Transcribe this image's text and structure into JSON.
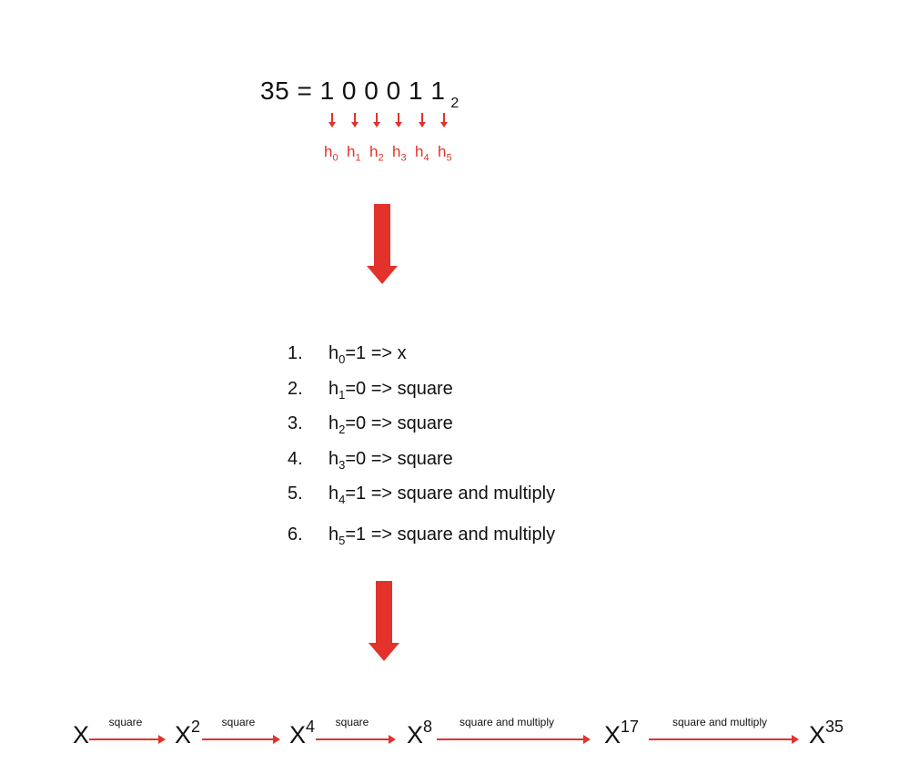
{
  "equation": {
    "lhs": "35",
    "eq": "=",
    "bits": "1 0 0 0 1 1",
    "base": "2"
  },
  "bit_labels": [
    {
      "h": "h",
      "i": "0"
    },
    {
      "h": "h",
      "i": "1"
    },
    {
      "h": "h",
      "i": "2"
    },
    {
      "h": "h",
      "i": "3"
    },
    {
      "h": "h",
      "i": "4"
    },
    {
      "h": "h",
      "i": "5"
    }
  ],
  "steps": [
    {
      "num": "1.",
      "h": "h",
      "i": "0",
      "text": "=1 => x"
    },
    {
      "num": "2.",
      "h": "h",
      "i": "1",
      "text": "=0 => square"
    },
    {
      "num": "3.",
      "h": "h",
      "i": "2",
      "text": "=0 => square"
    },
    {
      "num": "4.",
      "h": "h",
      "i": "3",
      "text": "=0 => square"
    },
    {
      "num": "5.",
      "h": "h",
      "i": "4",
      "text": "=1 => square and multiply"
    },
    {
      "num": "6.",
      "h": "h",
      "i": "5",
      "text": "=1 => square and multiply"
    }
  ],
  "chain": {
    "nodes": [
      {
        "base": "X",
        "exp": ""
      },
      {
        "base": "X",
        "exp": "2"
      },
      {
        "base": "X",
        "exp": "4"
      },
      {
        "base": "X",
        "exp": "8"
      },
      {
        "base": "X",
        "exp": "17"
      },
      {
        "base": "X",
        "exp": "35"
      }
    ],
    "edges": [
      "square",
      "square",
      "square",
      "square and multiply",
      "square and multiply"
    ]
  },
  "colors": {
    "accent": "#e3322b",
    "text": "#111111",
    "background": "#ffffff"
  }
}
